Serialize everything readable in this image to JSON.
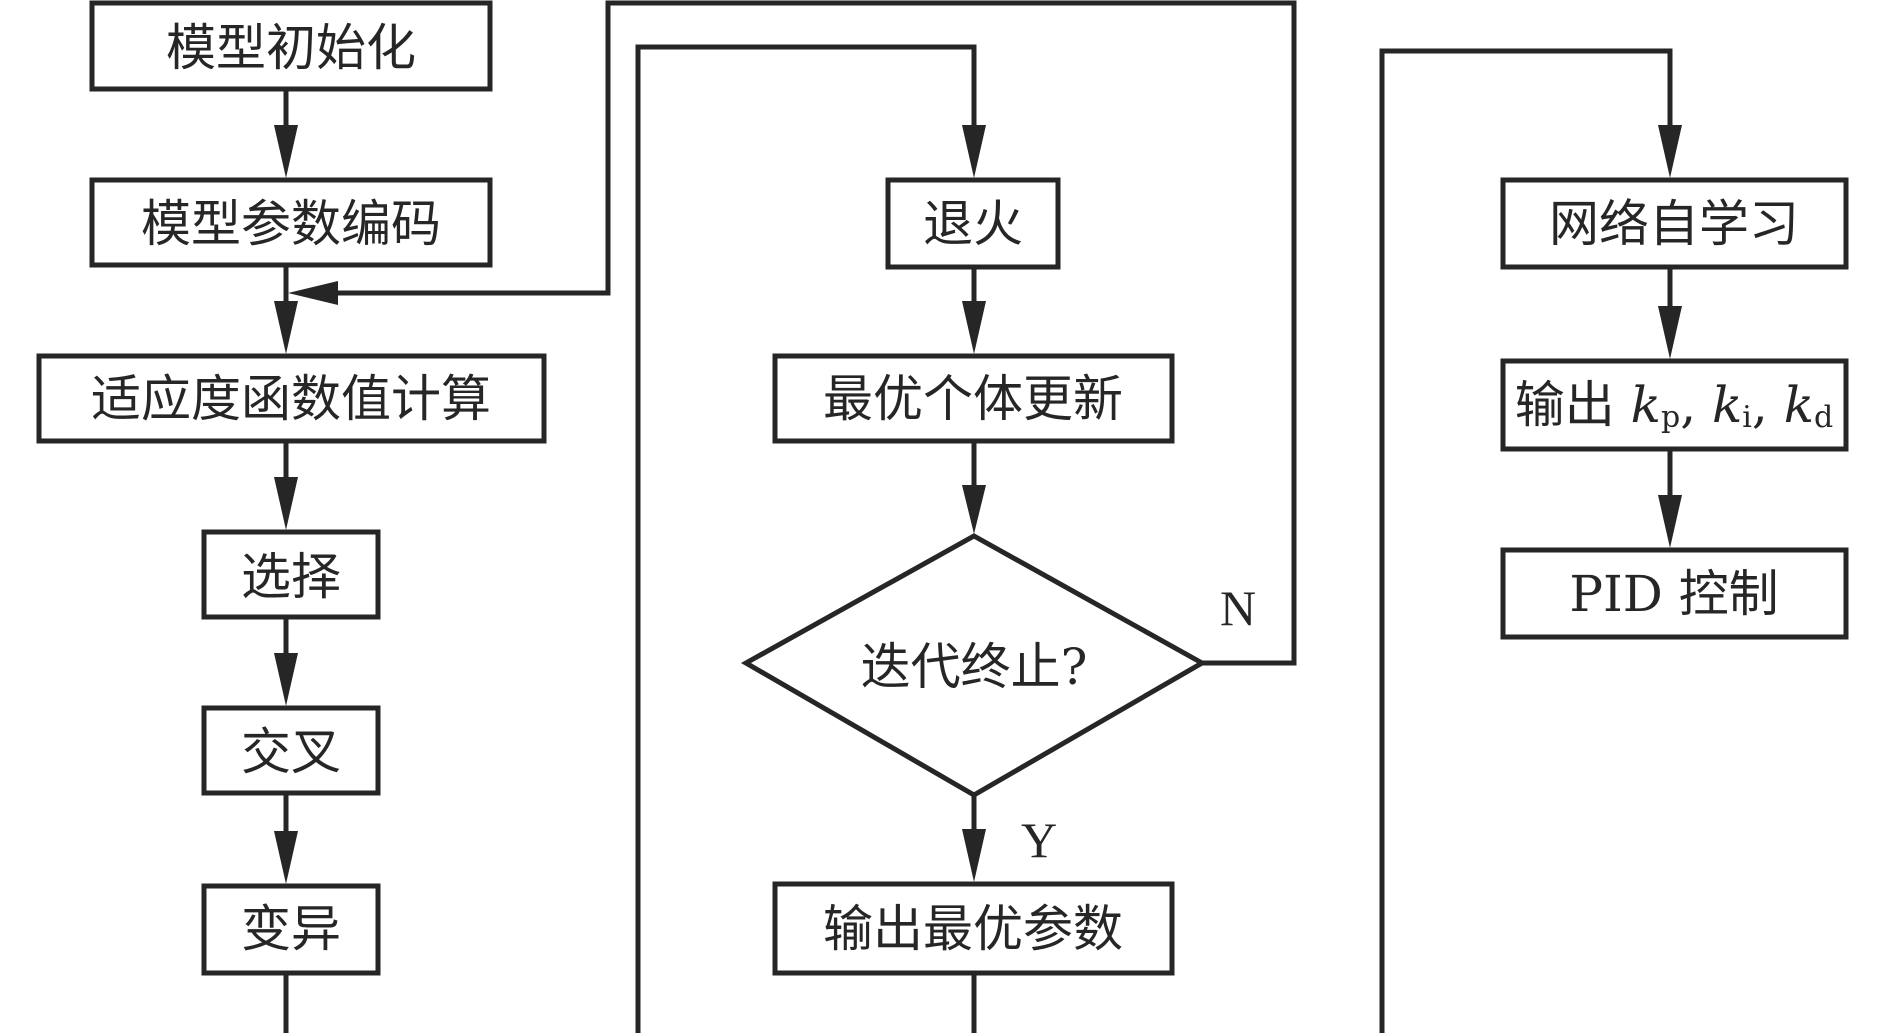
{
  "nodes": {
    "init": "模型初始化",
    "encode": "模型参数编码",
    "fitness": "适应度函数值计算",
    "select": "选择",
    "crossover": "交叉",
    "mutate": "变异",
    "anneal": "退火",
    "update": "最优个体更新",
    "terminate": "迭代终止?",
    "output_params": "输出最优参数",
    "self_learn": "网络自学习",
    "output_k": {
      "prefix": "输出 ",
      "k": "k",
      "sub_p": "p",
      "sub_i": "i",
      "sub_d": "d",
      "sep": ", "
    },
    "pid": "PID 控制"
  },
  "edge_labels": {
    "no": "N",
    "yes": "Y"
  }
}
